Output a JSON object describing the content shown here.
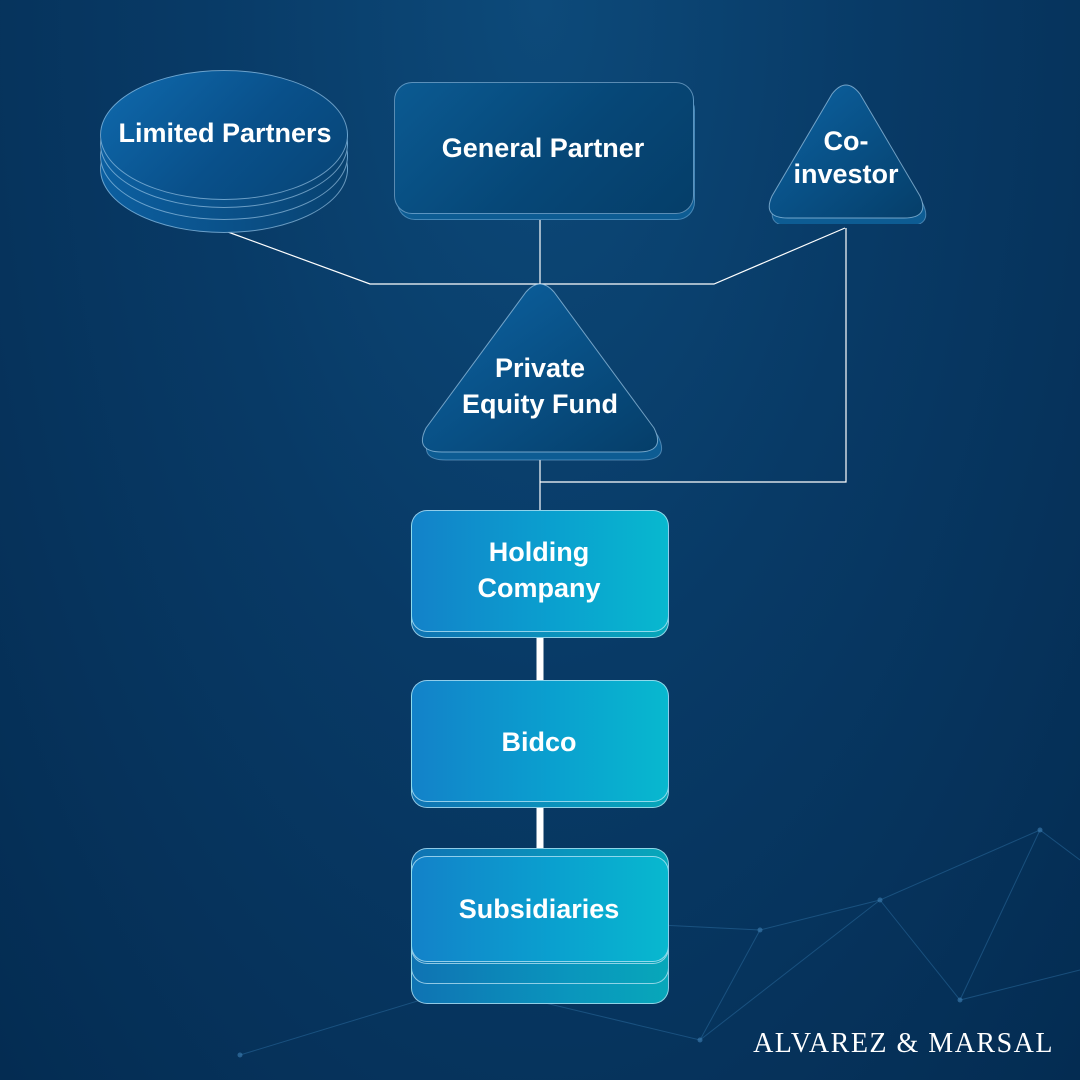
{
  "nodes": {
    "limited_partners": "Limited Partners",
    "general_partner": "General Partner",
    "co_investor": [
      "Co-",
      "investor"
    ],
    "private_equity_fund": [
      "Private",
      "Equity Fund"
    ],
    "holding_company": [
      "Holding",
      "Company"
    ],
    "bidco": "Bidco",
    "subsidiaries": "Subsidiaries"
  },
  "brand": "ALVAREZ & MARSAL",
  "colors": {
    "background": "#083a66",
    "dark_node": "#064777",
    "bright_node_start": "#1382c9",
    "bright_node_end": "#08b8cf",
    "connector": "#ffffff"
  }
}
